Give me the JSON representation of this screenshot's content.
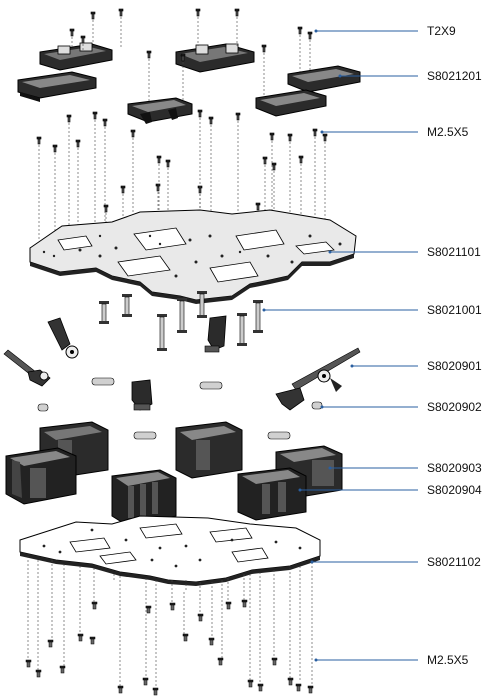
{
  "diagram": {
    "callouts": [
      {
        "id": "t2x9",
        "label": "T2X9"
      },
      {
        "id": "s8021201",
        "label": "S8021201"
      },
      {
        "id": "m25x5-top",
        "label": "M2.5X5"
      },
      {
        "id": "s8021101",
        "label": "S8021101"
      },
      {
        "id": "s8021001",
        "label": "S8021001"
      },
      {
        "id": "s8020901",
        "label": "S8020901"
      },
      {
        "id": "s8020902",
        "label": "S8020902"
      },
      {
        "id": "s8020903",
        "label": "S8020903"
      },
      {
        "id": "s8020904",
        "label": "S8020904"
      },
      {
        "id": "s8021102",
        "label": "S8021102"
      },
      {
        "id": "m25x5-bottom",
        "label": "M2.5X5"
      }
    ],
    "colors": {
      "line": "#111111",
      "callout_line": "#2a5fa0",
      "part_dark": "#1a1a1a",
      "part_mid": "#555555",
      "plate_fill": "#e9e9e9"
    }
  }
}
